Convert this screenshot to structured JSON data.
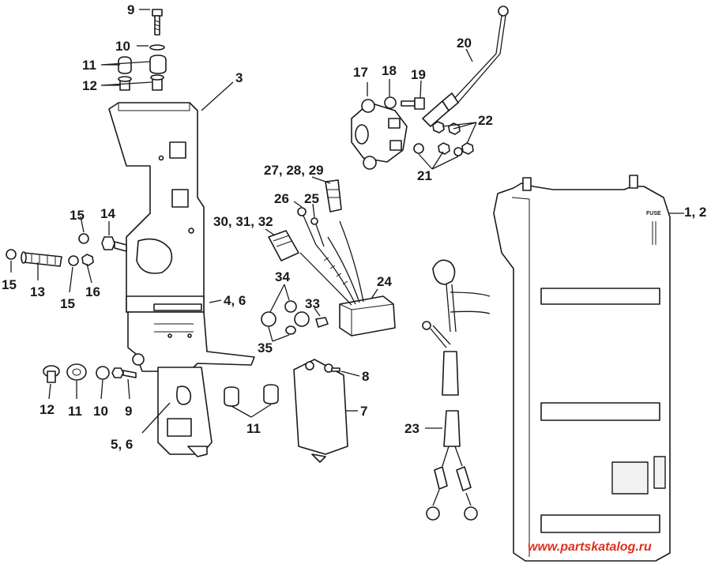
{
  "labels": {
    "l9a": "9",
    "l10a": "10",
    "l11a": "11",
    "l12a": "12",
    "l3": "3",
    "l17": "17",
    "l18": "18",
    "l19": "19",
    "l20": "20",
    "l22": "22",
    "l21": "21",
    "l272829": "27, 28, 29",
    "l26": "26",
    "l25": "25",
    "l303132": "30, 31, 32",
    "l12b": "1, 2",
    "l15a": "15",
    "l14": "14",
    "l15b": "15",
    "l13": "13",
    "l15c": "15",
    "l16": "16",
    "l46": "4, 6",
    "l34": "34",
    "l33": "33",
    "l35": "35",
    "l24": "24",
    "l8": "8",
    "l12c": "12",
    "l11b": "11",
    "l10b": "10",
    "l9b": "9",
    "l7": "7",
    "l11c": "11",
    "l56": "5, 6",
    "l23": "23"
  },
  "fuse_text": "FUSE",
  "watermark": "www.partskatalog.ru"
}
